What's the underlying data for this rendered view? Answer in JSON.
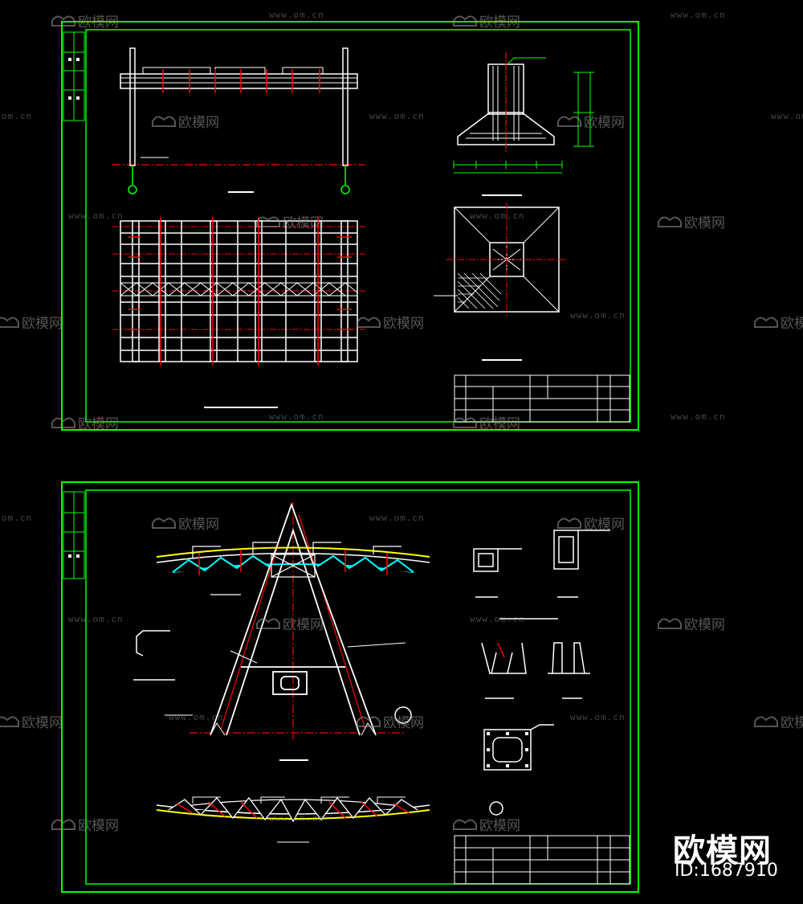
{
  "watermark": {
    "site_text": "欧模网",
    "url_text": "www.om.cn",
    "url_fragment": "om.cn",
    "color": "#9a9a9a"
  },
  "brand": {
    "name": "欧模网",
    "id_label": "ID:1687910",
    "color": "#ffffff"
  },
  "colors": {
    "frame": "#00ff00",
    "member": "#ffffff",
    "axis": "#ff0000",
    "chord": "#ffff00",
    "diagonal": "#00ffff",
    "background": "#000000"
  },
  "sheets": [
    {
      "name": "sheet-1-shed-structure"
    },
    {
      "name": "sheet-2-a-frame-truss"
    }
  ]
}
